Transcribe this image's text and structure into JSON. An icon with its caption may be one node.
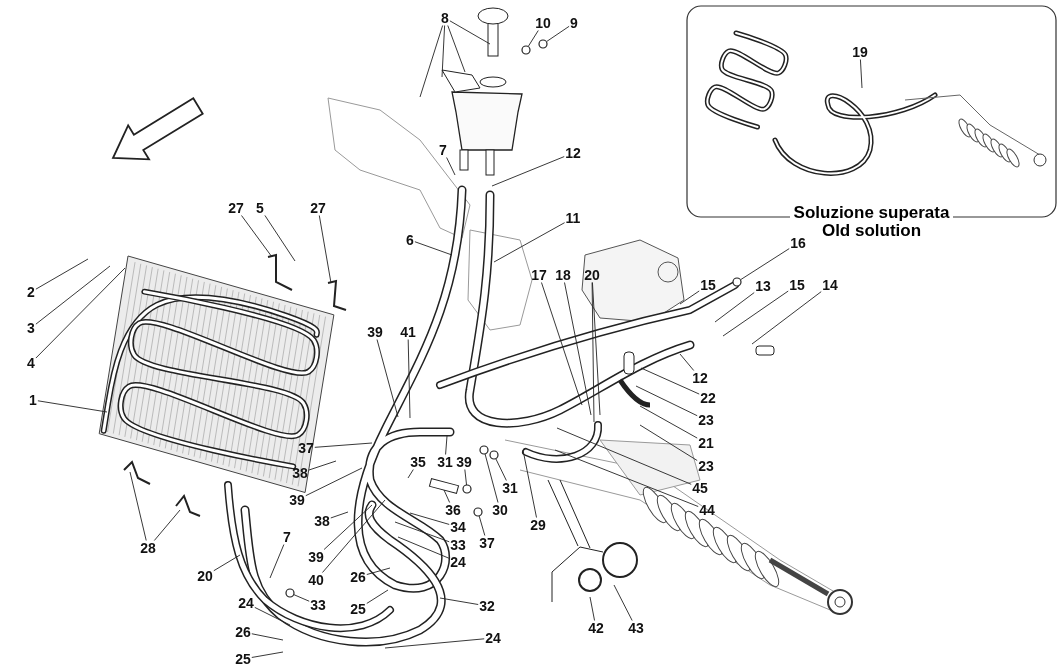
{
  "diagram": {
    "nodes": [
      {
        "text": [
          "Soluzione superata",
          "Old solution"
        ]
      },
      {
        "text": [
          "8"
        ]
      },
      {
        "text": [
          "10"
        ]
      },
      {
        "text": [
          "9"
        ]
      },
      {
        "text": [
          "19"
        ],
        "in": 0
      },
      {
        "text": [
          "7"
        ]
      },
      {
        "text": [
          "12"
        ]
      },
      {
        "text": [
          "27"
        ]
      },
      {
        "text": [
          "5"
        ]
      },
      {
        "text": [
          "27"
        ]
      },
      {
        "text": [
          "11"
        ]
      },
      {
        "text": [
          "6"
        ]
      },
      {
        "text": [
          "16"
        ]
      },
      {
        "text": [
          "17"
        ]
      },
      {
        "text": [
          "18"
        ]
      },
      {
        "text": [
          "20"
        ]
      },
      {
        "text": [
          "15"
        ]
      },
      {
        "text": [
          "13"
        ]
      },
      {
        "text": [
          "15"
        ]
      },
      {
        "text": [
          "14"
        ]
      },
      {
        "text": [
          "2"
        ]
      },
      {
        "text": [
          "3"
        ]
      },
      {
        "text": [
          "39"
        ]
      },
      {
        "text": [
          "41"
        ]
      },
      {
        "text": [
          "4"
        ]
      },
      {
        "text": [
          "12"
        ]
      },
      {
        "text": [
          "1"
        ]
      },
      {
        "text": [
          "22"
        ]
      },
      {
        "text": [
          "23"
        ]
      },
      {
        "text": [
          "21"
        ]
      },
      {
        "text": [
          "37"
        ]
      },
      {
        "text": [
          "35"
        ]
      },
      {
        "text": [
          "31"
        ]
      },
      {
        "text": [
          "39"
        ]
      },
      {
        "text": [
          "23"
        ]
      },
      {
        "text": [
          "38"
        ]
      },
      {
        "text": [
          "31"
        ]
      },
      {
        "text": [
          "45"
        ]
      },
      {
        "text": [
          "39"
        ]
      },
      {
        "text": [
          "36"
        ]
      },
      {
        "text": [
          "30"
        ]
      },
      {
        "text": [
          "44"
        ]
      },
      {
        "text": [
          "29"
        ]
      },
      {
        "text": [
          "34"
        ]
      },
      {
        "text": [
          "38"
        ]
      },
      {
        "text": [
          "37"
        ]
      },
      {
        "text": [
          "33"
        ]
      },
      {
        "text": [
          "7"
        ]
      },
      {
        "text": [
          "28"
        ]
      },
      {
        "text": [
          "39"
        ]
      },
      {
        "text": [
          "24"
        ]
      },
      {
        "text": [
          "20"
        ]
      },
      {
        "text": [
          "26"
        ]
      },
      {
        "text": [
          "40"
        ]
      },
      {
        "text": [
          "24"
        ]
      },
      {
        "text": [
          "33"
        ]
      },
      {
        "text": [
          "32"
        ]
      },
      {
        "text": [
          "25"
        ]
      },
      {
        "text": [
          "42"
        ]
      },
      {
        "text": [
          "43"
        ]
      },
      {
        "text": [
          "26"
        ]
      },
      {
        "text": [
          "24"
        ]
      },
      {
        "text": [
          "25"
        ]
      },
      {
        "text": [],
        "shape": "circle"
      },
      {
        "text": [],
        "shape": "circle"
      },
      {
        "text": [],
        "shape": "circle"
      },
      {
        "text": [],
        "shape": "circle"
      },
      {
        "text": [],
        "shape": "circle"
      },
      {
        "text": [],
        "shape": "circle"
      },
      {
        "text": [],
        "shape": "circle"
      },
      {
        "text": [],
        "shape": "circle"
      }
    ],
    "edges": [
      {
        "from": 1,
        "to": null,
        "arrow": "none"
      },
      {
        "from": 1,
        "to": null,
        "arrow": "none"
      },
      {
        "from": 1,
        "to": null,
        "arrow": "none"
      },
      {
        "from": 1,
        "to": null,
        "arrow": "none"
      },
      {
        "from": 2,
        "to": 70,
        "arrow": "none"
      },
      {
        "from": 3,
        "to": 63,
        "arrow": "none"
      },
      {
        "from": 4,
        "to": null,
        "arrow": "none"
      },
      {
        "from": 5,
        "to": null,
        "arrow": "none"
      },
      {
        "from": 6,
        "to": null,
        "arrow": "none"
      },
      {
        "from": 7,
        "to": null,
        "arrow": "none"
      },
      {
        "from": 8,
        "to": null,
        "arrow": "none"
      },
      {
        "from": 9,
        "to": null,
        "arrow": "none"
      },
      {
        "from": 10,
        "to": null,
        "arrow": "none"
      },
      {
        "from": 11,
        "to": null,
        "arrow": "none"
      },
      {
        "from": 12,
        "to": 64,
        "arrow": "none"
      },
      {
        "from": 13,
        "to": null,
        "arrow": "none"
      },
      {
        "from": 14,
        "to": null,
        "arrow": "none"
      },
      {
        "from": 15,
        "to": null,
        "arrow": "none"
      },
      {
        "from": 15,
        "to": null,
        "arrow": "none"
      },
      {
        "from": 16,
        "to": null,
        "arrow": "none"
      },
      {
        "from": 17,
        "to": null,
        "arrow": "none"
      },
      {
        "from": 18,
        "to": null,
        "arrow": "none"
      },
      {
        "from": 19,
        "to": null,
        "arrow": "none"
      },
      {
        "from": 20,
        "to": null,
        "arrow": "none"
      },
      {
        "from": 21,
        "to": null,
        "arrow": "none"
      },
      {
        "from": 22,
        "to": null,
        "arrow": "none"
      },
      {
        "from": 23,
        "to": null,
        "arrow": "none"
      },
      {
        "from": 24,
        "to": null,
        "arrow": "none"
      },
      {
        "from": 25,
        "to": null,
        "arrow": "none"
      },
      {
        "from": 26,
        "to": null,
        "arrow": "none"
      },
      {
        "from": 27,
        "to": null,
        "arrow": "none"
      },
      {
        "from": 28,
        "to": null,
        "arrow": "none"
      },
      {
        "from": 29,
        "to": null,
        "arrow": "none"
      },
      {
        "from": 30,
        "to": null,
        "arrow": "none"
      },
      {
        "from": 31,
        "to": null,
        "arrow": "none"
      },
      {
        "from": 32,
        "to": null,
        "arrow": "none"
      },
      {
        "from": 33,
        "to": 65,
        "arrow": "none"
      },
      {
        "from": 34,
        "to": null,
        "arrow": "none"
      },
      {
        "from": 35,
        "to": null,
        "arrow": "none"
      },
      {
        "from": 36,
        "to": 66,
        "arrow": "none"
      },
      {
        "from": 37,
        "to": null,
        "arrow": "none"
      },
      {
        "from": 38,
        "to": null,
        "arrow": "none"
      },
      {
        "from": 39,
        "to": null,
        "arrow": "none"
      },
      {
        "from": 40,
        "to": 67,
        "arrow": "none"
      },
      {
        "from": 41,
        "to": null,
        "arrow": "none"
      },
      {
        "from": 42,
        "to": null,
        "arrow": "none"
      },
      {
        "from": 43,
        "to": null,
        "arrow": "none"
      },
      {
        "from": 44,
        "to": null,
        "arrow": "none"
      },
      {
        "from": 45,
        "to": 68,
        "arrow": "none"
      },
      {
        "from": 46,
        "to": null,
        "arrow": "none"
      },
      {
        "from": 47,
        "to": null,
        "arrow": "none"
      },
      {
        "from": 48,
        "to": null,
        "arrow": "none"
      },
      {
        "from": 48,
        "to": null,
        "arrow": "none"
      },
      {
        "from": 49,
        "to": null,
        "arrow": "none"
      },
      {
        "from": 50,
        "to": null,
        "arrow": "none"
      },
      {
        "from": 51,
        "to": null,
        "arrow": "none"
      },
      {
        "from": 52,
        "to": null,
        "arrow": "none"
      },
      {
        "from": 53,
        "to": null,
        "arrow": "none"
      },
      {
        "from": 54,
        "to": null,
        "arrow": "none"
      },
      {
        "from": 55,
        "to": 69,
        "arrow": "none"
      },
      {
        "from": 56,
        "to": null,
        "arrow": "none"
      },
      {
        "from": 57,
        "to": null,
        "arrow": "none"
      },
      {
        "from": 58,
        "to": null,
        "arrow": "none"
      },
      {
        "from": 59,
        "to": null,
        "arrow": "none"
      },
      {
        "from": 60,
        "to": null,
        "arrow": "none"
      },
      {
        "from": 61,
        "to": null,
        "arrow": "none"
      },
      {
        "from": 62,
        "to": null,
        "arrow": "none"
      }
    ]
  }
}
